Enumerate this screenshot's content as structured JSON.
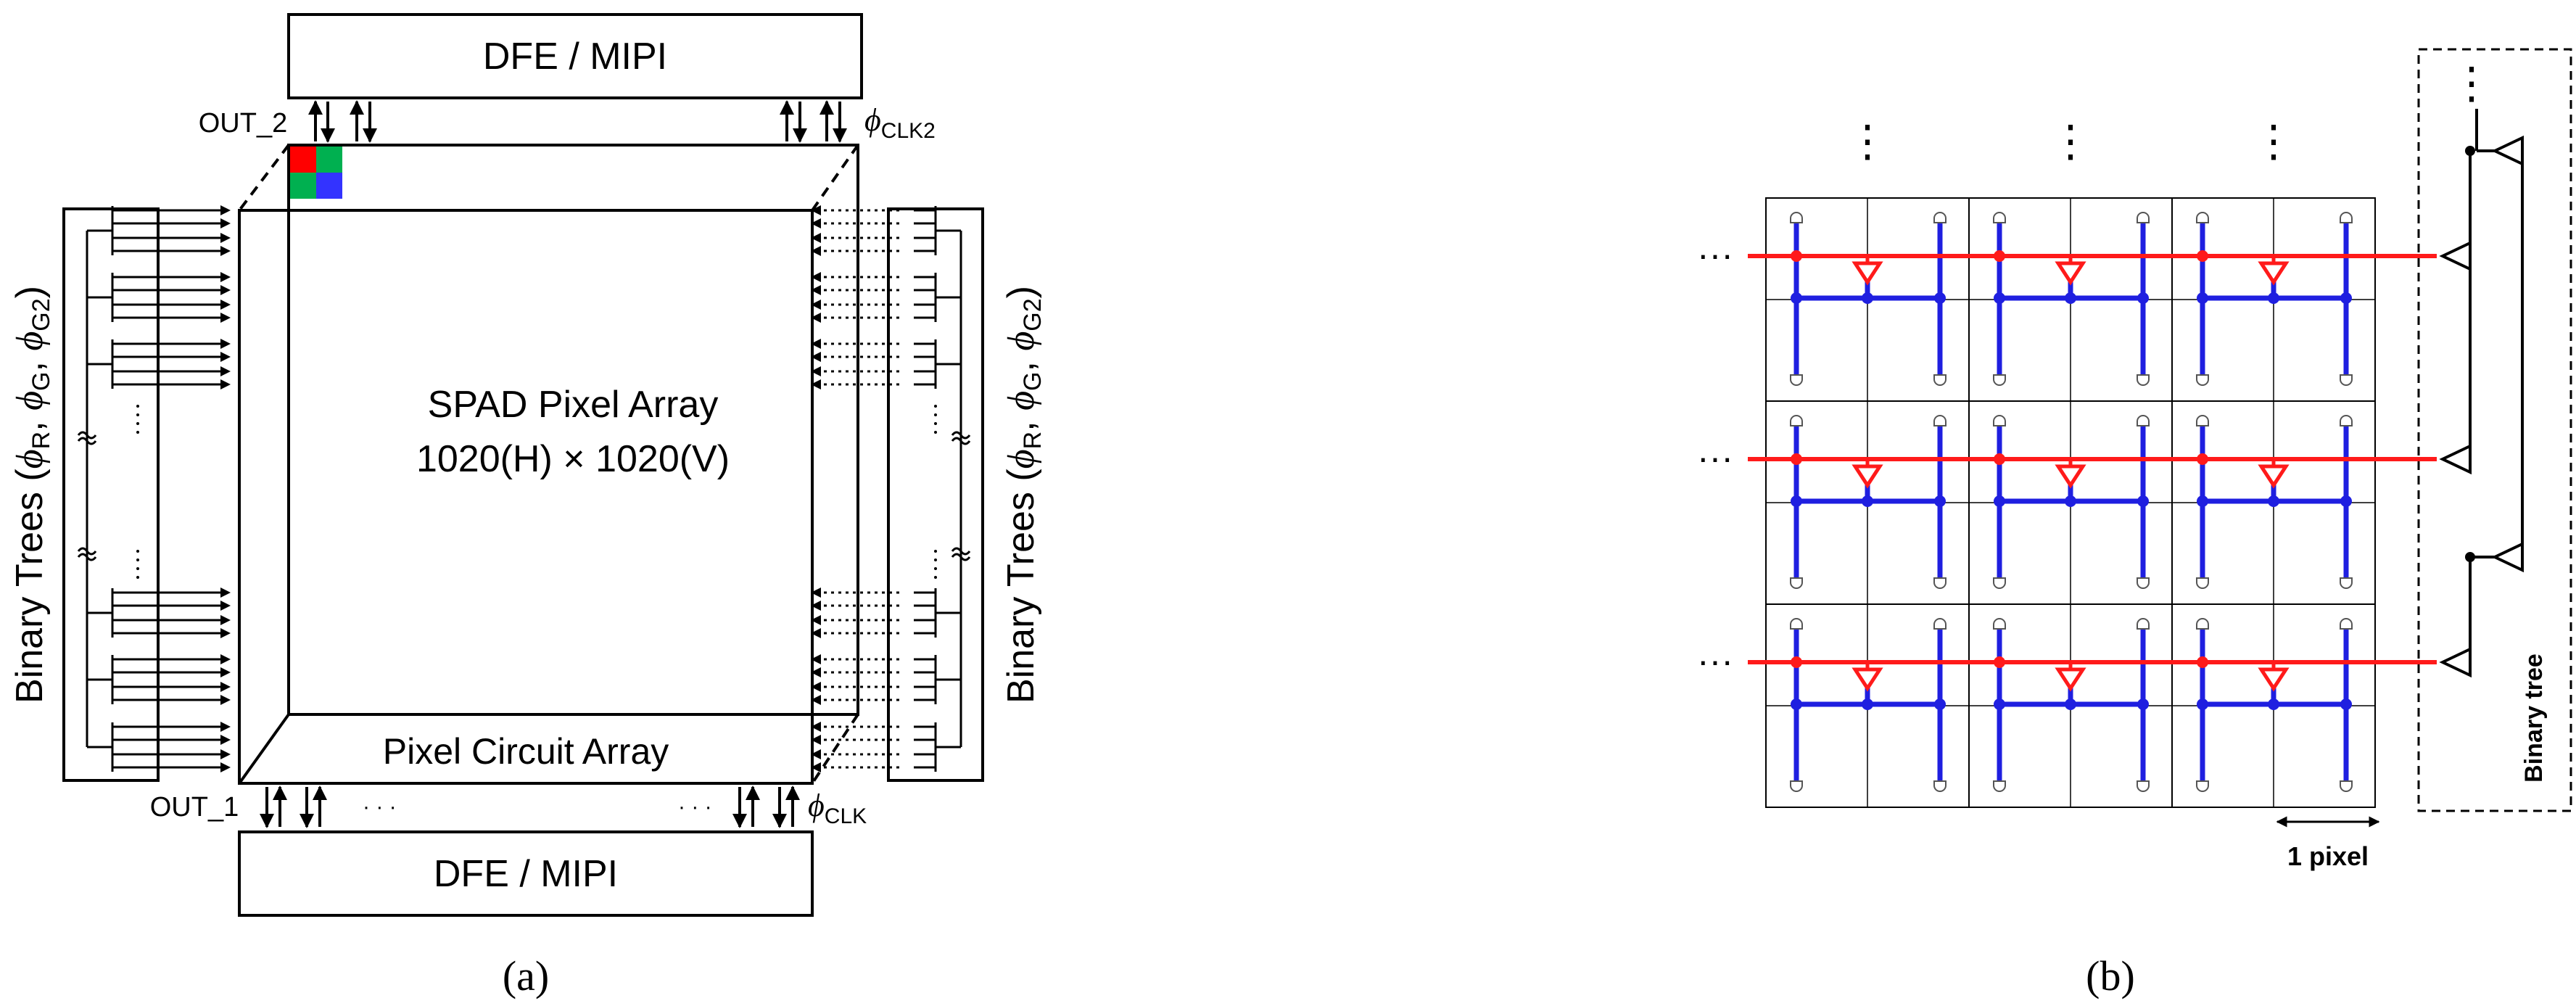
{
  "panel_a": {
    "caption": "(a)",
    "dfe_top_label": "DFE / MIPI",
    "dfe_bottom_label": "DFE / MIPI",
    "out_top": "OUT_2",
    "out_bottom": "OUT_1",
    "clk_top_symbol": "ϕ",
    "clk_top_sub": "CLK2",
    "clk_bottom_symbol": "ϕ",
    "clk_bottom_sub": "CLK",
    "array_title": "SPAD Pixel Array",
    "array_size": "1020(H) × 1020(V)",
    "circuit_label": "Pixel Circuit Array",
    "ellipsis": "· · ·",
    "binary_trees_label": "Binary Trees (",
    "phi": "ϕ",
    "sub_r": "R",
    "sub_g": "G",
    "sub_g2": "G2",
    "sep": ", ",
    "close": ")",
    "pixel_colors": {
      "red": "#ff0000",
      "green": "#00b050",
      "blue": "#3333ff"
    }
  },
  "panel_b": {
    "caption": "(b)",
    "row_ellipsis": "···",
    "col_ellipsis": "⋮",
    "scale_label": "1 pixel",
    "tree_label": "Binary tree",
    "colors": {
      "row_line": "#ff1a1a",
      "pixel_net": "#1f1fe0"
    }
  }
}
